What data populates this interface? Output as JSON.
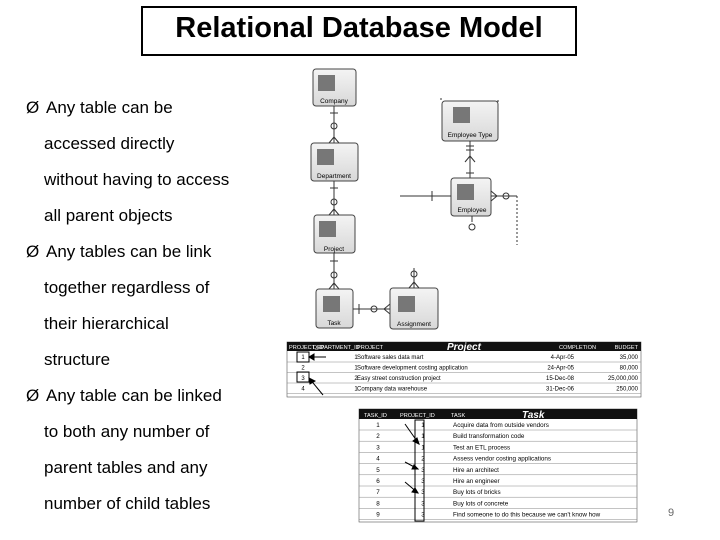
{
  "title": "Relational Database Model",
  "bullets": [
    {
      "marker": "Ø",
      "text": "Any table can be"
    },
    {
      "marker": "",
      "text": "accessed directly"
    },
    {
      "marker": "",
      "text": "without having to access"
    },
    {
      "marker": "",
      "text": "all parent objects"
    },
    {
      "marker": "Ø",
      "text": "Any tables can be link"
    },
    {
      "marker": "",
      "text": "together regardless of"
    },
    {
      "marker": "",
      "text": "their hierarchical"
    },
    {
      "marker": "",
      "text": "structure"
    },
    {
      "marker": "Ø",
      "text": "Any table can be linked"
    },
    {
      "marker": "",
      "text": "to both any number of"
    },
    {
      "marker": "",
      "text": "parent tables and any"
    },
    {
      "marker": "",
      "text": "number of child tables"
    }
  ],
  "diagram": {
    "entities": {
      "company": "Company",
      "employee_type": "Employee Type",
      "department": "Department",
      "employee": "Employee",
      "project": "Project",
      "task": "Task",
      "assignment": "Assignment"
    }
  },
  "project_table": {
    "caption": "Project",
    "headers": [
      "PROJECT_ID",
      "DEPARTMENT_ID",
      "PROJECT",
      "COMPLETION",
      "BUDGET"
    ],
    "rows": [
      [
        "1",
        "1",
        "Software sales data mart",
        "4-Apr-05",
        "35,000"
      ],
      [
        "2",
        "1",
        "Software development costing application",
        "24-Apr-05",
        "80,000"
      ],
      [
        "3",
        "2",
        "Easy street construction project",
        "15-Dec-08",
        "25,000,000"
      ],
      [
        "4",
        "1",
        "Company data warehouse",
        "31-Dec-06",
        "250,000"
      ]
    ]
  },
  "task_table": {
    "caption": "Task",
    "headers": [
      "TASK_ID",
      "PROJECT_ID",
      "TASK"
    ],
    "rows": [
      [
        "1",
        "1",
        "Acquire data from outside vendors"
      ],
      [
        "2",
        "1",
        "Build transformation code"
      ],
      [
        "3",
        "1",
        "Test an ETL process"
      ],
      [
        "4",
        "2",
        "Assess vendor costing applications"
      ],
      [
        "5",
        "3",
        "Hire an architect"
      ],
      [
        "6",
        "3",
        "Hire an engineer"
      ],
      [
        "7",
        "3",
        "Buy lots of bricks"
      ],
      [
        "8",
        "3",
        "Buy lots of concrete"
      ],
      [
        "9",
        "3",
        "Find someone to do this because we can't know how"
      ]
    ]
  },
  "page_number": "9"
}
